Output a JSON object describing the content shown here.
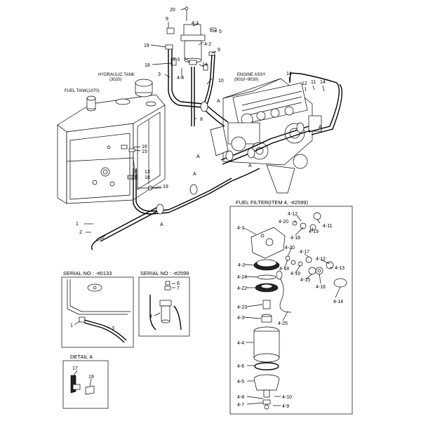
{
  "main_labels": {
    "hydraulic_tank": "HYDRAULIC TANK",
    "hydraulic_tank_ref": "(3020)",
    "fuel_tank": "FUEL TANK(1070)",
    "engine_assy": "ENGINE ASSY",
    "engine_assy_ref": "(9010~9030)"
  },
  "callouts": {
    "n20": "20",
    "n9a": "9",
    "n4_1a": "4-1",
    "n5": "5",
    "n4_2a": "4-2",
    "n19a": "19",
    "n9b": "9",
    "n4_3": "4-3",
    "n18a": "18",
    "n14a": "14",
    "n4_4": "4-4",
    "n3a": "3",
    "n10": "10",
    "n14b": "14",
    "n12": "12",
    "n11": "11",
    "n14c": "14",
    "n8": "8",
    "n16": "16",
    "n15": "15",
    "n13": "13",
    "n18b": "18",
    "n19b": "19",
    "n1": "1",
    "n2": "2",
    "A1": "A",
    "A2": "A",
    "A3": "A",
    "A4": "A",
    "A5": "A",
    "A6": "A"
  },
  "fuel_filter": {
    "title": "FUEL FILTER(ITEM 4, -#2599)",
    "parts": {
      "p4_12a": "4-12",
      "p4_20a": "4-20",
      "p4_19a": "4-19",
      "p4_11": "4-11",
      "p4_1": "4-1",
      "p4_18a": "4-18",
      "p4_20b": "4-20",
      "p4_17": "4-17",
      "p4_12b": "4-12",
      "p4_2": "4-2",
      "p4_18b": "4-18",
      "p4_19b": "4-19",
      "p4_13": "4-13",
      "p4_15": "4-15",
      "p4_16": "4-16",
      "p4_24": "4-24",
      "p4_22": "4-22",
      "p4_14": "4-14",
      "p4_23": "4-23",
      "p4_3": "4-3",
      "p4_25": "4-25",
      "p4_4": "4-4",
      "p4_6": "4-6",
      "p4_5": "4-5",
      "p4_8": "4-8",
      "p4_10": "4-10",
      "p4_7": "4-7",
      "p4_9": "4-9"
    }
  },
  "serial_0133": {
    "title": "SERIAL NO : -#0133",
    "parts": {
      "p1": "1",
      "p3": "3"
    }
  },
  "serial_2599": {
    "title": "SERIAL NO : -#2599",
    "parts": {
      "p6": "6",
      "p7": "7",
      "p4": "4"
    }
  },
  "detail_a": {
    "title": "DETAIL  A",
    "parts": {
      "p17": "17",
      "p19": "19"
    }
  }
}
